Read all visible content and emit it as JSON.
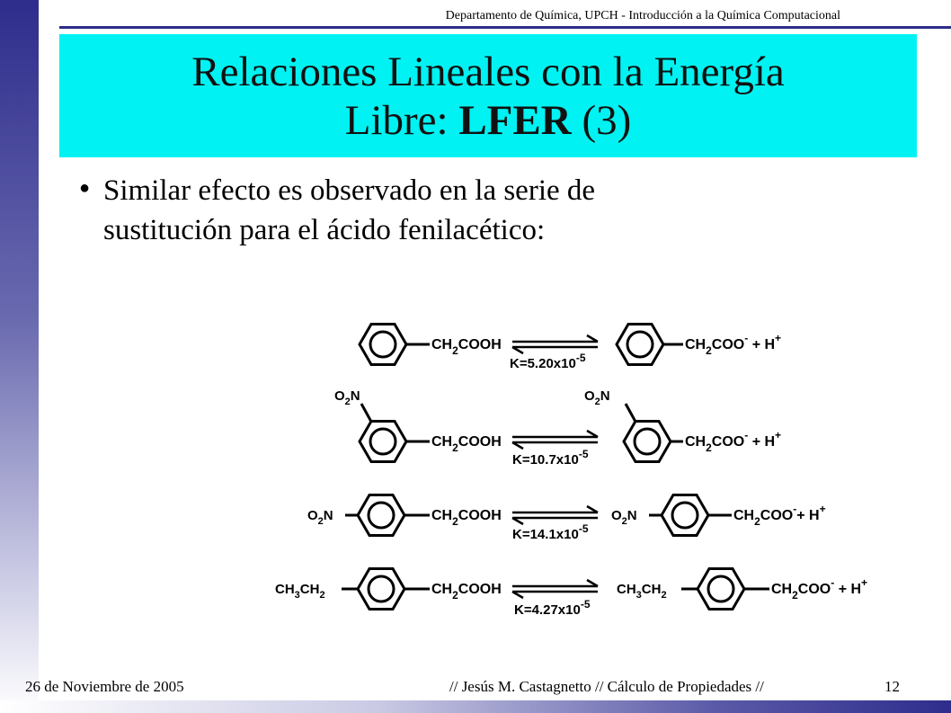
{
  "header": {
    "text": "Departamento de Química, UPCH - Introducción a la Química Computacional"
  },
  "title": {
    "line1": "Relaciones Lineales con la Energía",
    "line2_prefix": "Libre: ",
    "line2_bold": "LFER",
    "line2_suffix": " (3)"
  },
  "bullet": {
    "line1": "Similar efecto es observado en la serie de",
    "line2": "sustitución para el ácido fenilacético:"
  },
  "scheme": {
    "reactions": [
      {
        "reactant_substituent": "",
        "product_substituent": "",
        "k_label": "K=5.20x10",
        "k_exp": "-5"
      },
      {
        "reactant_substituent": "O2N (meta)",
        "product_substituent": "O2N (meta)",
        "k_label": "K=10.7x10",
        "k_exp": "-5"
      },
      {
        "reactant_substituent": "O2N (para)",
        "product_substituent": "O2N (para)",
        "k_label": "K=14.1x10",
        "k_exp": "-5"
      },
      {
        "reactant_substituent": "CH3CH2",
        "product_substituent": "CH3CH2",
        "k_label": "K=4.27x10",
        "k_exp": "-5"
      }
    ],
    "reactant_group": "CH2COOH",
    "product_group": "CH2COO- + H+"
  },
  "footer": {
    "date": "26 de Noviembre de 2005",
    "center": "// Jesús M. Castagnetto // Cálculo de Propiedades //",
    "page": "12"
  },
  "colors": {
    "title_bg": "#00f2f2",
    "bar": "#2e2d8c"
  }
}
